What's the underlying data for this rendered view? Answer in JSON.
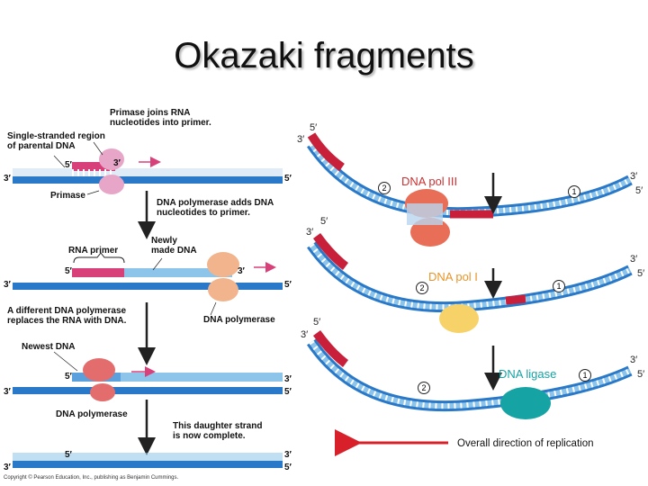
{
  "title": "Okazaki fragments",
  "left": {
    "primase_joins": "Primase joins RNA\nnucleotides into primer.",
    "single_stranded": "Single-stranded region\nof parental DNA",
    "primase": "Primase",
    "dna_pol_adds": "DNA polymerase adds DNA\nnucleotides to primer.",
    "rna_primer": "RNA primer",
    "newly_made": "Newly\nmade DNA",
    "different_pol": "A different DNA polymerase\nreplaces the RNA with DNA.",
    "dna_polymerase_1": "DNA polymerase",
    "newest_dna": "Newest DNA",
    "dna_polymerase_2": "DNA polymerase",
    "complete": "This daughter strand\nis now complete.",
    "copyright": "Copyright © Pearson Education, Inc., publishing as Benjamin Cummings.",
    "five_prime": "5′",
    "three_prime": "3′"
  },
  "right": {
    "pol3": "DNA pol III",
    "pol1": "DNA pol I",
    "ligase": "DNA ligase",
    "step1": "1",
    "step2": "2",
    "overall": "Overall direction of replication",
    "five_prime": "5′",
    "three_prime": "3′"
  },
  "colors": {
    "dna_blue": "#2a78c8",
    "dna_light": "#8cc4ea",
    "rna_red": "#c8203a",
    "pink": "#d8407a",
    "pol3_color": "#c83232",
    "pol1_color": "#e89428",
    "ligase_color": "#16a3a3"
  }
}
